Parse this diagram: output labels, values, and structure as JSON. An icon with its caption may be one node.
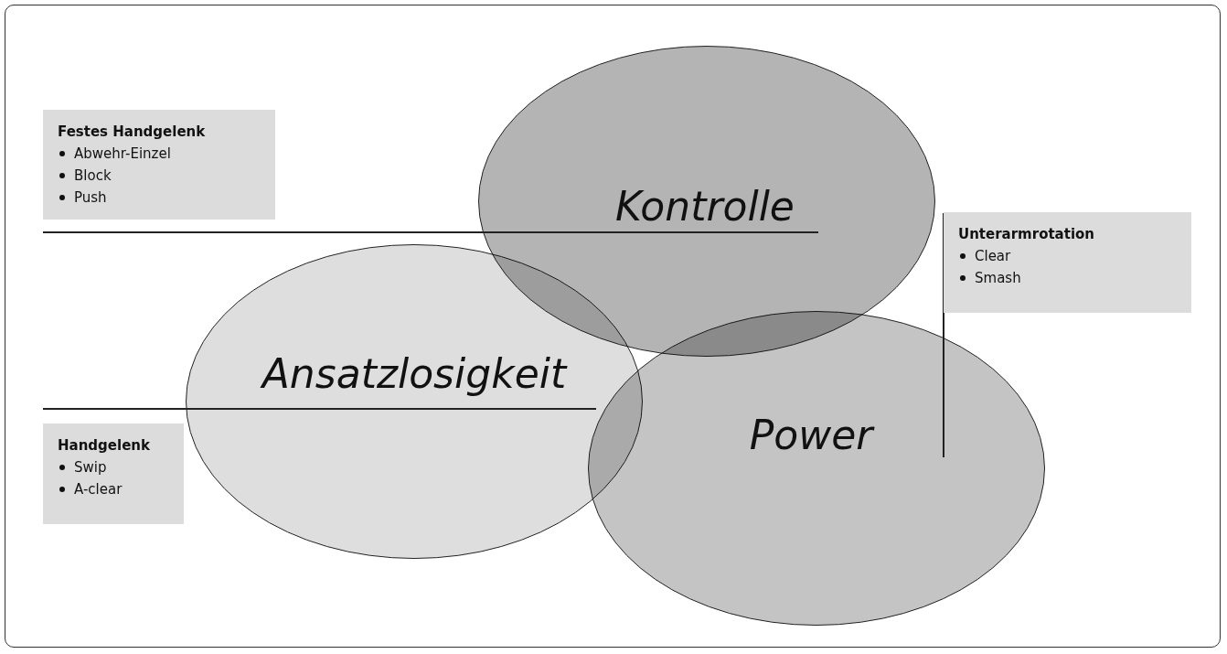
{
  "diagram": {
    "nodes": [
      {
        "text": [
          "Festes Handgelenk",
          "Abwehr-Einzel",
          "Block",
          "Push"
        ]
      },
      {
        "text": [
          "Kontrolle"
        ]
      },
      {
        "text": [
          "Unterarmrotation",
          "Clear",
          "Smash"
        ]
      },
      {
        "text": [
          "Ansatzlosigkeit"
        ]
      },
      {
        "text": [
          "Power"
        ]
      },
      {
        "text": [
          "Handgelenk",
          "Swip",
          "A-clear"
        ]
      }
    ],
    "edges": [
      {
        "from": 0,
        "to": 1,
        "arrow": "none"
      },
      {
        "from": 2,
        "to": 4,
        "arrow": "none"
      },
      {
        "from": 5,
        "to": 3,
        "arrow": "none"
      }
    ]
  }
}
